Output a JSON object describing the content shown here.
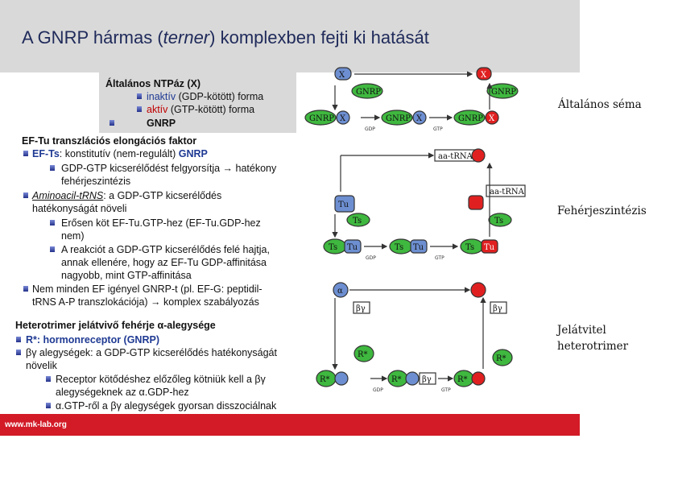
{
  "title_main": "A GNRP hármas (",
  "title_italic": "terner",
  "title_rest": ") komplexben fejti ki hatását",
  "footer": "www.mk-lab.org",
  "box": {
    "heading": "Általános NTPáz (X)",
    "inactive_word": "inaktív",
    "inactive_rest": " (GDP-kötött) forma",
    "active_word": "aktív",
    "active_rest": " (GTP-kötött) forma",
    "gnrp": "GNRP"
  },
  "eftu": {
    "heading": "EF-Tu transzlációs elongációs faktor",
    "efts_a": "EF-Ts",
    "efts_b": ": konstitutív (nem-regulált) ",
    "efts_c": "GNRP",
    "l1a": "GDP-GTP kicserélődést felgyorsítja → hatékony",
    "l1b": "fehérjeszintézis",
    "aa_a": "Aminoacil-tRNS",
    "aa_b": ": a GDP-GTP kicserélődés",
    "aa_c": "hatékonyságát növeli",
    "l2a": "Erősen köt EF-Tu.GTP-hez (EF-Tu.GDP-hez",
    "l2b": "nem)",
    "l3a": "A reakciót a GDP-GTP kicserélődés felé hajtja,",
    "l3b": "annak ellenére, hogy az EF-Tu GDP-affinitása",
    "l3c": "nagyobb, mint GTP-affinitása",
    "l4a": "Nem minden EF igényel GNRP-t (pl. EF-G: peptidil-",
    "l4b": "tRNS A-P transzlokációja) → komplex szabályozás"
  },
  "hetero": {
    "heading": "Heterotrimer jelátvivő fehérje α-alegysége",
    "r1": "R*: hormonreceptor (GNRP)",
    "r2a": "βγ alegységek: a GDP-GTP kicserélődés hatékonyságát",
    "r2b": "növelik",
    "r3a": "Receptor kötődéshez előzőleg kötniük kell a βγ",
    "r3b": "alegységeknek az α.GDP-hez",
    "r4": "α.GTP-ről a βγ alegységek gyorsan disszociálnak"
  },
  "side": {
    "general": "Általános séma",
    "protein": "Fehérjeszintézis",
    "signal1": "Jelátvitel",
    "signal2": "heterotrimer"
  },
  "diagram": {
    "x": "X",
    "gnrp": "GNRP",
    "gdp": "GDP",
    "gtp": "GTP",
    "tu": "Tu",
    "ts": "Ts",
    "aatrna": "aa-tRNA",
    "alpha": "α",
    "bg": "βγ",
    "rstar": "R*"
  },
  "colors": {
    "header": "#d9d9d9",
    "footer": "#d21b27",
    "title": "#1f2a5a",
    "red": "#e02020",
    "blue": "#6d8fd1",
    "green": "#3fb83f"
  }
}
